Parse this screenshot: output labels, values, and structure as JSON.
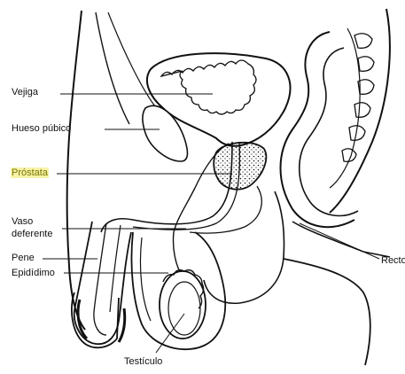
{
  "diagram": {
    "labels": {
      "bladder": "Vejiga",
      "pubic_bone": "Hueso púbico",
      "prostate": "Próstata",
      "vas_deferens_line1": "Vaso",
      "vas_deferens_line2": "deferente",
      "penis": "Pene",
      "epididymis": "Epidídimo",
      "rectum": "Recto",
      "testicle": "Testículo"
    },
    "highlight": {
      "prostate_label_color": "#7a7400",
      "prostate_label_bg": "#f6f3a8"
    },
    "colors": {
      "line": "#111111",
      "background": "#ffffff"
    }
  }
}
